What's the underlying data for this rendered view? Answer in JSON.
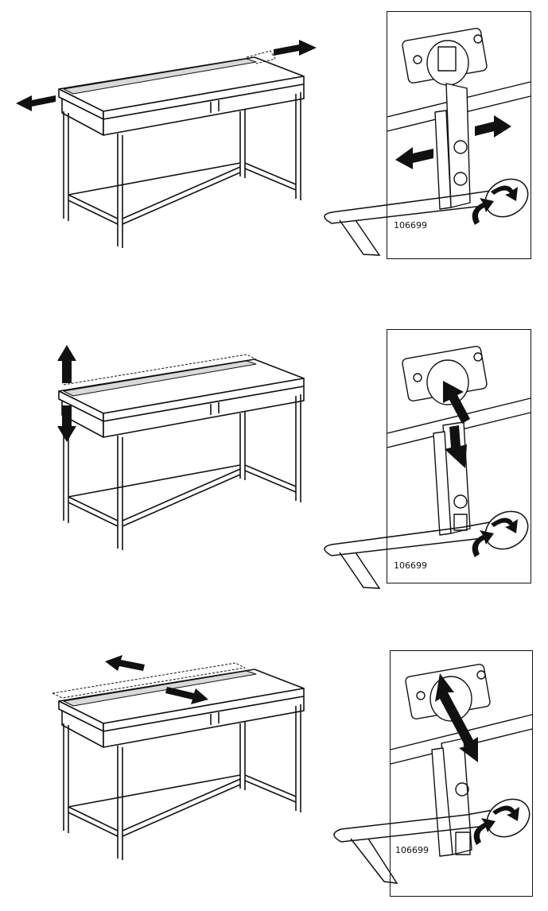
{
  "steps": [
    {
      "part_number": "106699",
      "adjustment": "sideways"
    },
    {
      "part_number": "106699",
      "adjustment": "height"
    },
    {
      "part_number": "106699",
      "adjustment": "depth"
    }
  ],
  "colors": {
    "line": "#111111",
    "fill": "#ffffff",
    "shade": "#d9d9d9",
    "arrow": "#111111"
  }
}
